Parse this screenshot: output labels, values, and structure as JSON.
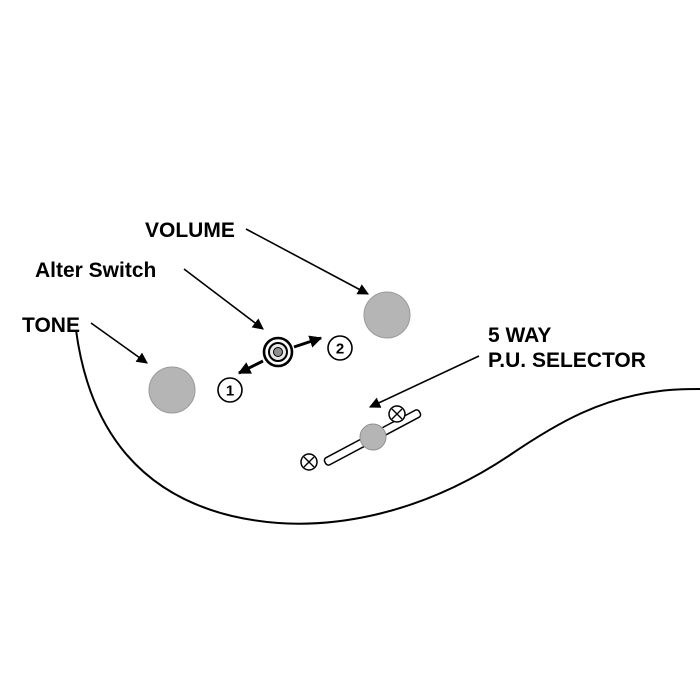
{
  "diagram": {
    "title_hint": "Guitar control layout diagram",
    "labels": {
      "volume": "VOLUME",
      "alter_switch": "Alter Switch",
      "tone": "TONE",
      "selector_line1": "5 WAY",
      "selector_line2": "P.U. SELECTOR"
    },
    "markers": {
      "pos1": "1",
      "pos2": "2"
    },
    "colors": {
      "background": "#ffffff",
      "line": "#000000",
      "knob_gray": "#b5b5b5",
      "screw_white": "#ffffff"
    }
  }
}
